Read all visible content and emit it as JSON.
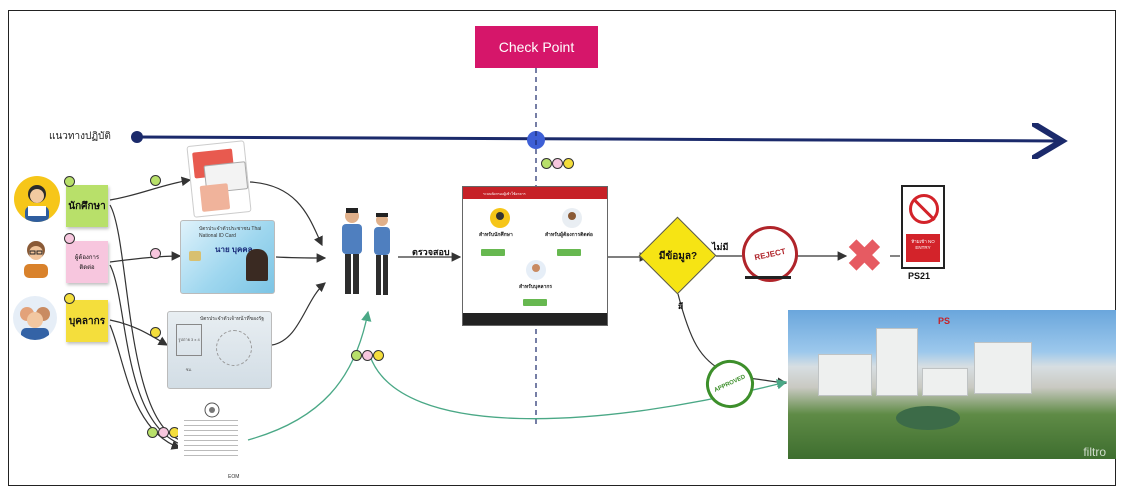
{
  "checkpoint": {
    "label": "Check Point",
    "color": "#d6166a"
  },
  "guideline": {
    "label": "แนวทางปฏิบัติ"
  },
  "groups": [
    {
      "label": "นักศึกษา",
      "color": "#b8e06a"
    },
    {
      "label": "ผู้ต้องการติดต่อ",
      "color": "#f7c6de"
    },
    {
      "label": "บุคลากร",
      "color": "#f4de3c"
    }
  ],
  "documents": {
    "id_card_name": "นาย บุคคล",
    "officer_card_title": "บัตรประจำตัวเจ้าหน้าที่ของรัฐ",
    "officer_card_photo": "รูปถ่าย 3 x 4 ซม.",
    "doc_sig": "EOM"
  },
  "verify_label": "ตรวจสอบ",
  "screen_mock": {
    "header": "ระบบคัดกรองผู้เข้าใช้อาคาร",
    "panel_student": "สำหรับนักศึกษา",
    "panel_visitor": "สำหรับผู้ต้องการติดต่อ",
    "panel_staff": "สำหรับบุคลากร"
  },
  "decision": {
    "question": "มีข้อมูล?",
    "no_label": "ไม่มี",
    "yes_label": "มี"
  },
  "stamps": {
    "reject": "REJECT",
    "approve": "APPROVED"
  },
  "no_entry_sign": {
    "text": "ห้ามเข้า NO ENTRY",
    "label": "PS21"
  },
  "campus": {
    "logo": "PS",
    "watermark": "filtro"
  },
  "colors": {
    "timeline": "#1b2a6b",
    "connector": "#4aa886",
    "accent_red": "#d3232a"
  }
}
